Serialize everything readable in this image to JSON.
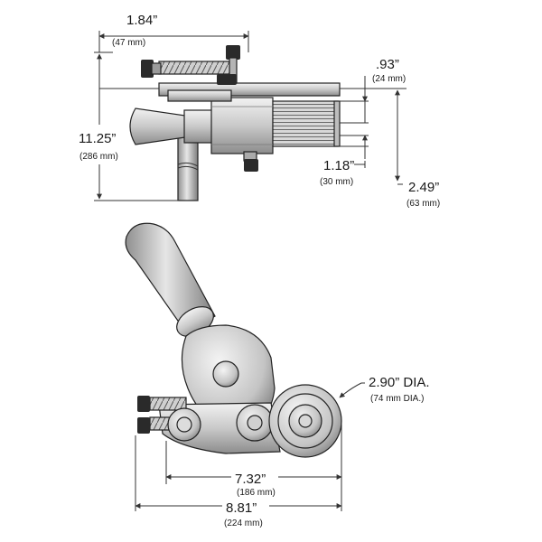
{
  "dimensions": {
    "top_width": {
      "value": "1.84”",
      "metric": "(47 mm)"
    },
    "pulley_height": {
      "value": ".93”",
      "metric": "(24 mm)"
    },
    "height_overall": {
      "value": "11.25”",
      "metric": "(286 mm)"
    },
    "pulley_offset": {
      "value": "1.18”",
      "metric": "(30 mm)"
    },
    "side_depth": {
      "value": "2.49”",
      "metric": "(63 mm)"
    },
    "pulley_diameter": {
      "value": "2.90” DIA.",
      "metric": "(74 mm DIA.)"
    },
    "base_length": {
      "value": "7.32”",
      "metric": "(186 mm)"
    },
    "overall_length": {
      "value": "8.81”",
      "metric": "(224 mm)"
    }
  },
  "colors": {
    "metal_light": "#d9d9d9",
    "metal_mid": "#b8b8b8",
    "metal_dark": "#7a7a7a",
    "knob": "#2a2a2a",
    "line": "#333333"
  }
}
